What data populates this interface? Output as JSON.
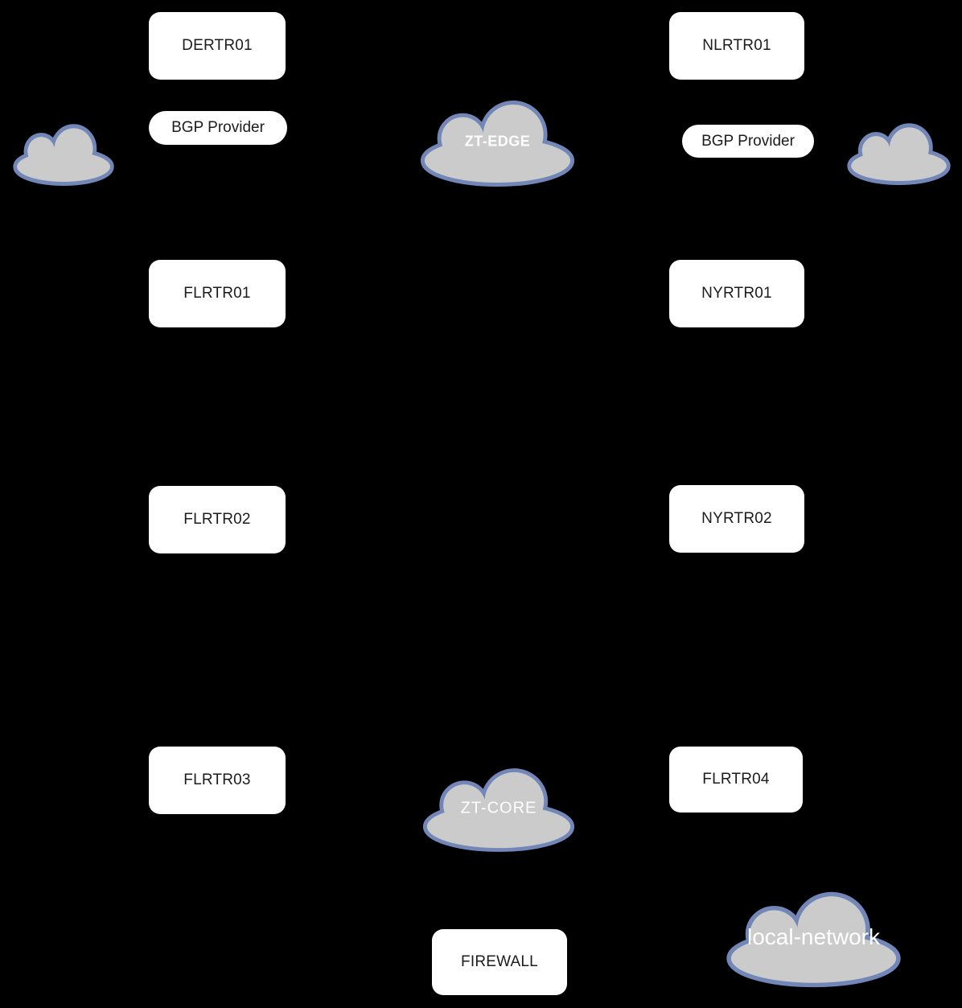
{
  "diagram_type": "network-topology",
  "colors": {
    "background": "#000000",
    "node_fill": "#ffffff",
    "node_text": "#1c1c1c",
    "cloud_fill": "#cbcbcb",
    "cloud_border": "#7287b8",
    "cloud_text": "#ffffff"
  },
  "nodes": {
    "dertr01": {
      "label": "DERTR01",
      "type": "router"
    },
    "nlrtr01": {
      "label": "NLRTR01",
      "type": "router"
    },
    "bgp_provider_left": {
      "label": "BGP Provider",
      "type": "provider"
    },
    "bgp_provider_right": {
      "label": "BGP Provider",
      "type": "provider"
    },
    "internet_cloud_left": {
      "type": "cloud"
    },
    "zt_edge": {
      "label": "ZT-EDGE",
      "type": "cloud"
    },
    "internet_cloud_right": {
      "type": "cloud"
    },
    "flrtr01": {
      "label": "FLRTR01",
      "type": "router"
    },
    "nyrtr01": {
      "label": "NYRTR01",
      "type": "router"
    },
    "flrtr02": {
      "label": "FLRTR02",
      "type": "router"
    },
    "nyrtr02": {
      "label": "NYRTR02",
      "type": "router"
    },
    "flrtr03": {
      "label": "FLRTR03",
      "type": "router"
    },
    "flrtr04": {
      "label": "FLRTR04",
      "type": "router"
    },
    "zt_core": {
      "label": "ZT-CORE",
      "type": "cloud"
    },
    "firewall": {
      "label": "FIREWALL",
      "type": "router"
    },
    "local_network": {
      "label": "local-network",
      "type": "cloud"
    }
  }
}
